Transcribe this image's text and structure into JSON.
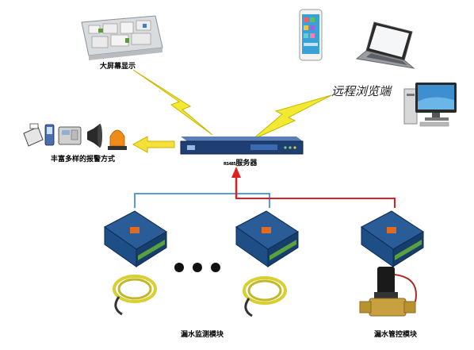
{
  "labels": {
    "display_label": "大屏幕显示",
    "remote_label": "远程浏览端",
    "alarm_label": "丰富多样的报警方式",
    "server_label": "服务器",
    "server_prefix": "RS485",
    "detect_module_label": "漏水监测模块",
    "control_module_label": "漏水管控模块"
  },
  "colors": {
    "link_blue": "#5b9bd5",
    "link_red": "#e02020",
    "lightning": "#f2ea32",
    "lightning_stroke": "#c8b400",
    "arrow_yellow": "#f5e03a",
    "module_body": "#1d4e86",
    "module_terminal": "#5aa03c",
    "cable": "#d8d030",
    "server": "#1f3f73"
  },
  "icons": [
    "floor-plan-icon",
    "phone-icon",
    "laptop-icon",
    "desktop-icon",
    "fax-icon",
    "mobile-phone-icon",
    "telephone-icon",
    "siren-icon",
    "alarm-light-icon",
    "server-icon",
    "module-icon",
    "cable-icon",
    "valve-icon"
  ]
}
